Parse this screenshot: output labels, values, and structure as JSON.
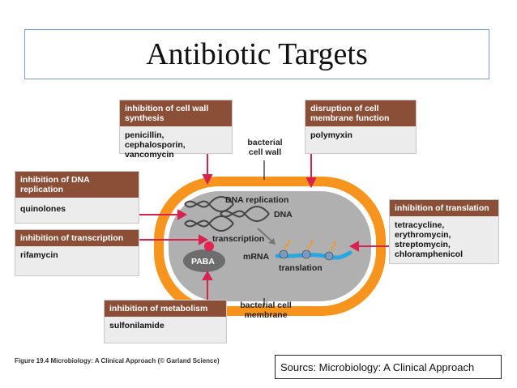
{
  "title": "Antibiotic Targets",
  "panels": {
    "cell_wall": {
      "heading": "inhibition of cell wall synthesis",
      "drugs": "penicillin, cephalosporin, vancomycin"
    },
    "membrane": {
      "heading": "disruption of cell membrane function",
      "drugs": "polymyxin"
    },
    "dna_replication": {
      "heading": "inhibition of DNA replication",
      "drugs": "quinolones"
    },
    "transcription": {
      "heading": "inhibition of transcription",
      "drugs": "rifamycin"
    },
    "translation": {
      "heading": "inhibition of translation",
      "drugs": "tetracycline, erythromycin, streptomycin, chloramphenicol"
    },
    "metabolism": {
      "heading": "inhibition of metabolism",
      "drugs": "sulfonilamide"
    }
  },
  "labels": {
    "cell_wall": "bacterial cell wall",
    "dna_replication": "DNA replication",
    "dna": "DNA",
    "transcription": "transcription",
    "mrna": "mRNA",
    "translation": "translation",
    "paba": "PABA",
    "cell_membrane": "bacterial cell membrane"
  },
  "caption": "Figure 19.4 Microbiology: A Clinical Approach (© Garland Science)",
  "source": "Sourcs: Microbiology: A Clinical Approach",
  "colors": {
    "panel_header": "#8b4f38",
    "cell_wall": "#f7941d",
    "cytoplasm": "#b0b0b0",
    "arrow": "#d6224f",
    "mrna": "#2aa7df"
  }
}
